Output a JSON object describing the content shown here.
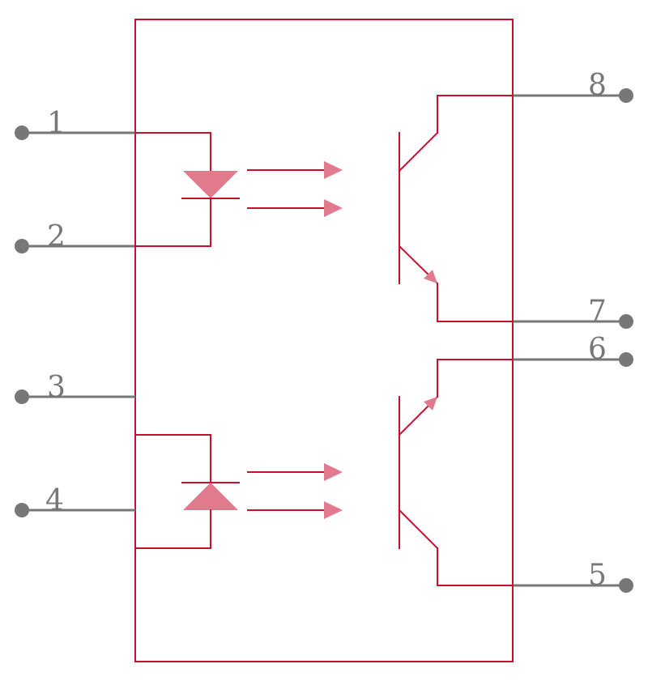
{
  "colors": {
    "body": "#c8102e",
    "pin": "#777777",
    "fill": "#e07a8c",
    "label": "#777777",
    "background": "#ffffff"
  },
  "pins": [
    {
      "number": "1"
    },
    {
      "number": "2"
    },
    {
      "number": "3"
    },
    {
      "number": "4"
    },
    {
      "number": "5"
    },
    {
      "number": "6"
    },
    {
      "number": "7"
    },
    {
      "number": "8"
    }
  ]
}
